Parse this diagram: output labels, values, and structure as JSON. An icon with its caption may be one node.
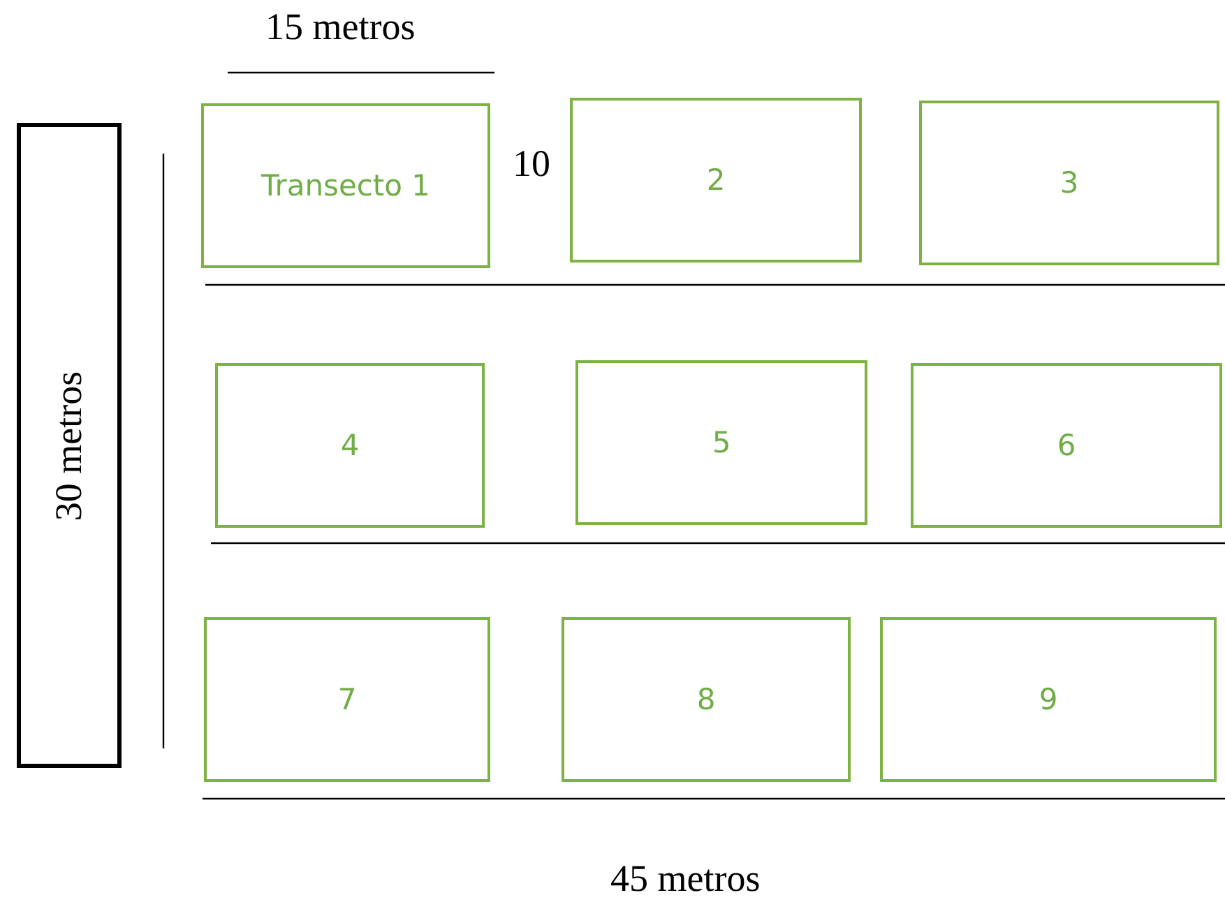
{
  "diagram": {
    "nodes": [
      {
        "text": [
          "Transecto 1"
        ]
      },
      {
        "text": [
          "2"
        ]
      },
      {
        "text": [
          "3"
        ]
      },
      {
        "text": [
          "4"
        ]
      },
      {
        "text": [
          "5"
        ]
      },
      {
        "text": [
          "6"
        ]
      },
      {
        "text": [
          "7"
        ]
      },
      {
        "text": [
          "8"
        ]
      },
      {
        "text": [
          "9"
        ]
      },
      {
        "text": [
          "30 metros"
        ]
      }
    ],
    "edges": [],
    "labels": [
      "15 metros",
      "10",
      "45 metros"
    ]
  }
}
